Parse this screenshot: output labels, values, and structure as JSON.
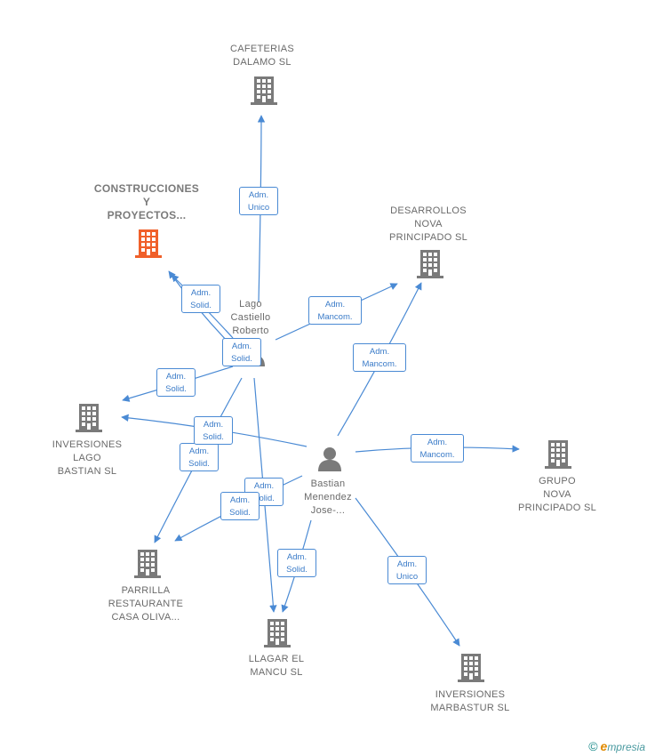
{
  "nodes": [
    {
      "id": "cafeterias",
      "label": "CAFETERIAS\nDALAMO  SL",
      "kind": "company"
    },
    {
      "id": "construcciones",
      "label": "CONSTRUCCIONES\nY\nPROYECTOS...",
      "kind": "company-focus"
    },
    {
      "id": "desarrollos",
      "label": "DESARROLLOS\nNOVA\nPRINCIPADO SL",
      "kind": "company"
    },
    {
      "id": "lago",
      "label": "Lago\nCastiello\nRoberto",
      "kind": "person"
    },
    {
      "id": "inversiones_lago",
      "label": "INVERSIONES\nLAGO\nBASTIAN  SL",
      "kind": "company"
    },
    {
      "id": "bastian",
      "label": "Bastian\nMenendez\nJose-...",
      "kind": "person"
    },
    {
      "id": "grupo",
      "label": "GRUPO\nNOVA\nPRINCIPADO SL",
      "kind": "company"
    },
    {
      "id": "parrilla",
      "label": "PARRILLA\nRESTAURANTE\nCASA OLIVA...",
      "kind": "company"
    },
    {
      "id": "llagar",
      "label": "LLAGAR EL\nMANCU  SL",
      "kind": "company"
    },
    {
      "id": "marbastur",
      "label": "INVERSIONES\nMARBASTUR SL",
      "kind": "company"
    }
  ],
  "edges": [
    {
      "from": "lago",
      "to": "cafeterias",
      "label": "Adm.\nUnico"
    },
    {
      "from": "lago",
      "to": "construcciones",
      "label": "Adm.\nSolid."
    },
    {
      "from": "lago",
      "to": "construcciones",
      "label": "Adm.\nSolid."
    },
    {
      "from": "lago",
      "to": "desarrollos",
      "label": "Adm.\nMancom."
    },
    {
      "from": "lago",
      "to": "inversiones_lago",
      "label": "Adm.\nSolid."
    },
    {
      "from": "lago",
      "to": "parrilla",
      "label": "Adm.\nSolid."
    },
    {
      "from": "lago",
      "to": "llagar",
      "label": "Adm.\nSolid."
    },
    {
      "from": "bastian",
      "to": "desarrollos",
      "label": "Adm.\nMancom."
    },
    {
      "from": "bastian",
      "to": "inversiones_lago",
      "label": "Adm.\nSolid."
    },
    {
      "from": "bastian",
      "to": "grupo",
      "label": "Adm.\nMancom."
    },
    {
      "from": "bastian",
      "to": "parrilla",
      "label": "Adm.\nSolid."
    },
    {
      "from": "bastian",
      "to": "llagar",
      "label": "Adm.\nSolid."
    },
    {
      "from": "bastian",
      "to": "marbastur",
      "label": "Adm.\nUnico"
    }
  ],
  "colors": {
    "edge": "#4a8ad4",
    "company_icon": "#7a7a7a",
    "focus_icon": "#f0602a",
    "person_icon": "#7a7a7a"
  },
  "icons": {
    "company": "building-icon",
    "person": "person-icon"
  },
  "brand": {
    "copyright": "©",
    "initial": "e",
    "rest": "mpresia"
  }
}
